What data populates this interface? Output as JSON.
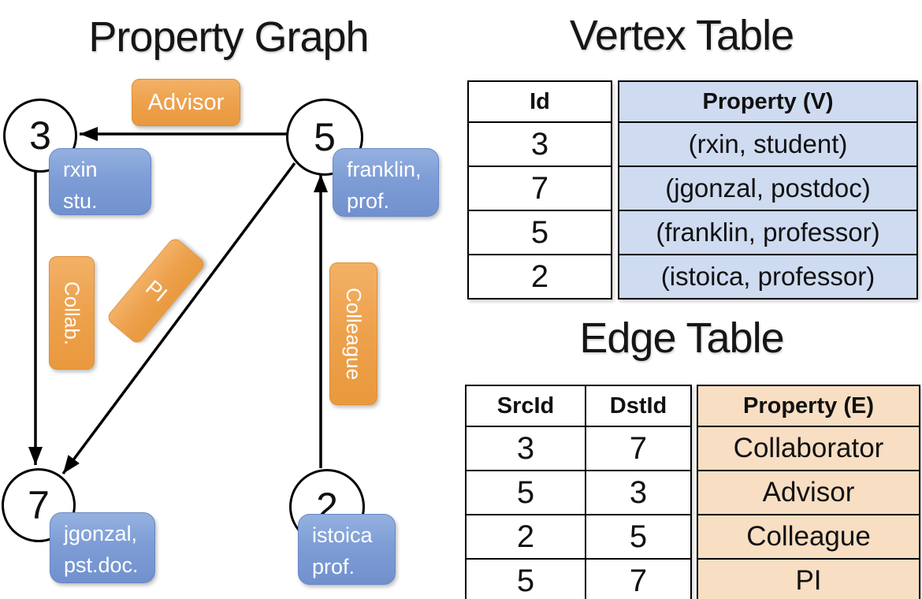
{
  "graph": {
    "title": "Property Graph",
    "nodes": {
      "n3": {
        "id": "3",
        "line1": "rxin",
        "line2": "stu."
      },
      "n5": {
        "id": "5",
        "line1": "franklin,",
        "line2": "prof."
      },
      "n7": {
        "id": "7",
        "line1": "jgonzal,",
        "line2": "pst.doc."
      },
      "n2": {
        "id": "2",
        "line1": "istoica",
        "line2": "prof."
      }
    },
    "edge_labels": {
      "advisor": "Advisor",
      "collab": "Collab.",
      "pi": "PI",
      "colleague": "Colleague"
    }
  },
  "vertex_table": {
    "title": "Vertex Table",
    "columns": {
      "id": "Id",
      "property": "Property (V)"
    },
    "rows": [
      {
        "id": "3",
        "property": "(rxin, student)"
      },
      {
        "id": "7",
        "property": "(jgonzal, postdoc)"
      },
      {
        "id": "5",
        "property": "(franklin, professor)"
      },
      {
        "id": "2",
        "property": "(istoica, professor)"
      }
    ]
  },
  "edge_table": {
    "title": "Edge Table",
    "columns": {
      "src": "SrcId",
      "dst": "DstId",
      "property": "Property (E)"
    },
    "rows": [
      {
        "src": "3",
        "dst": "7",
        "property": "Collaborator"
      },
      {
        "src": "5",
        "dst": "3",
        "property": "Advisor"
      },
      {
        "src": "2",
        "dst": "5",
        "property": "Colleague"
      },
      {
        "src": "5",
        "dst": "7",
        "property": "PI"
      }
    ]
  },
  "colors": {
    "edge_label_orange": "#ED9F49",
    "vertex_label_blue": "#7E9DD6",
    "vertex_table_fill": "#CEDBF0",
    "edge_table_fill": "#F8DEC3",
    "line_black": "#000000"
  }
}
